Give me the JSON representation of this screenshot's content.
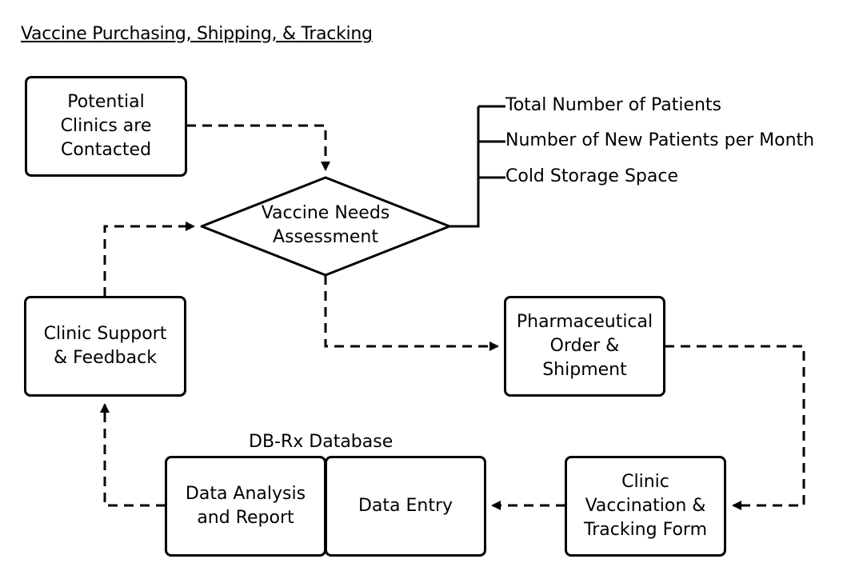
{
  "title": "Vaccine Purchasing, Shipping, & Tracking",
  "nodes": {
    "potential_clinics": "Potential\nClinics are\nContacted",
    "needs_assessment": "Vaccine Needs\nAssessment",
    "pharmaceutical_order": "Pharmaceutical\nOrder &\nShipment",
    "clinic_vaccination": "Clinic\nVaccination &\nTracking Form",
    "data_entry": "Data Entry",
    "data_analysis": "Data Analysis\nand Report",
    "clinic_support": "Clinic Support\n& Feedback"
  },
  "database_label": "DB-Rx Database",
  "assessment_factors": [
    "Total Number of Patients",
    "Number of New Patients per Month",
    "Cold Storage Space"
  ]
}
